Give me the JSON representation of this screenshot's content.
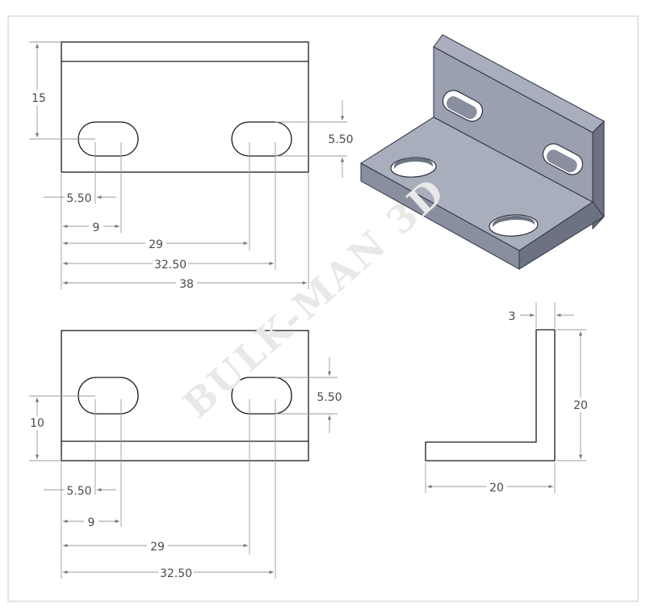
{
  "watermark": "BULK-MAN 3D",
  "top_view": {
    "dims": {
      "height": "15",
      "slot_height": "5.50",
      "slot_width": "5.50",
      "slot_center": "9",
      "right_slot_left": "29",
      "right_slot_right": "32.50",
      "overall_width": "38"
    }
  },
  "front_view": {
    "dims": {
      "slot_height": "5.50",
      "slot_offset": "10",
      "slot_width": "5.50",
      "slot_center": "9",
      "right_slot_left": "29",
      "right_slot_right": "32.50"
    }
  },
  "side_view": {
    "dims": {
      "thickness": "3",
      "height": "20",
      "width": "20"
    }
  },
  "colors": {
    "line": "#1a1a1a",
    "dimension": "#9a9a9a",
    "part": "#9ba0b1"
  }
}
